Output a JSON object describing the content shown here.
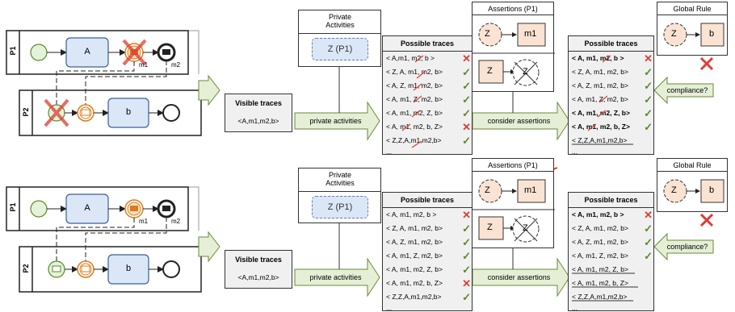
{
  "scenarios": [
    {
      "pools": {
        "p1": "P1",
        "p2": "P2"
      },
      "tasks": {
        "a": "A",
        "b": "b"
      },
      "messages": {
        "m1": "m1",
        "m2": "m2"
      },
      "visible": {
        "title": "Visible traces",
        "trace": "<A,m1,m2,b>"
      },
      "private_activities": {
        "title": "Private Activities",
        "item": "Z (P1)"
      },
      "arrow_private": "private activities",
      "possible": {
        "title": "Possible traces",
        "ellipsis": "...",
        "traces": [
          "< A,m1, m2, b >",
          "< Z, A, m1, m2, b>",
          "< A, Z, m1, m2, b>",
          "< A, m1, Z, m2, b>",
          "< A, m1, m2, Z, b>",
          "< A, m1, m2, b, Z>",
          "< Z,Z,A,m1,m2,b>"
        ],
        "marks": [
          "cross",
          "check",
          "check",
          "check",
          "check",
          "cross",
          "check"
        ]
      },
      "assertions": {
        "title": "Assertions (P1)",
        "left": "Z",
        "right": "m1",
        "z2": "Z"
      },
      "arrow_assert": "consider assertions",
      "result": {
        "title": "Possible traces",
        "ellipsis": "...",
        "traces": [
          "< A, m1, m2, b >",
          "< Z, A, m1, m2, b>",
          "< A, Z, m1, m2, b>",
          "< A, m1, Z, m2, b>",
          "< A, m1, m2, Z, b>",
          "< A, m1, m2, b, Z>",
          "< Z,Z,A,m1,m2,b>"
        ],
        "marks": [
          "cross",
          "check",
          "check",
          "check",
          "check",
          "check",
          ""
        ],
        "bold": [
          true,
          false,
          false,
          false,
          true,
          true,
          false
        ]
      },
      "global_rule": {
        "title": "Global Rule",
        "left": "Z",
        "right": "b"
      },
      "compliance": "compliance?"
    },
    {
      "pools": {
        "p1": "P1",
        "p2": "P2"
      },
      "tasks": {
        "a": "A",
        "b": "b"
      },
      "messages": {
        "m1": "m1",
        "m2": "m2"
      },
      "visible": {
        "title": "Visible traces",
        "trace": "<A,m1,m2,b>"
      },
      "private_activities": {
        "title": "Private Activities",
        "item": "Z (P1)"
      },
      "arrow_private": "private activities",
      "possible": {
        "title": "Possible traces",
        "ellipsis": "...",
        "traces": [
          "< A, m1, m2, b >",
          "< Z, A, m1, m2, b>",
          "< A, Z, m1, m2, b>",
          "< A, m1, Z, m2, b>",
          "< A, m1, m2, Z, b>",
          "< A, m1, m2, b, Z>",
          "< Z,Z,A,m1,m2,b>"
        ],
        "marks": [
          "cross",
          "check",
          "check",
          "check",
          "check",
          "cross",
          "check"
        ]
      },
      "assertions": {
        "title": "Assertions (P1)",
        "left": "Z",
        "right": "m1",
        "z2": "Z"
      },
      "arrow_assert": "consider assertions",
      "result": {
        "title": "Possible traces",
        "ellipsis": "...",
        "traces": [
          "< A, m1, m2, b >",
          "< Z, A, m1, m2, b>",
          "< A, Z, m1, m2, b>",
          "< A, m1, Z, m2, b>",
          "< A, m1, m2, Z, b>",
          "< A, m1, m2, b, Z>",
          "< Z,Z,A,m1,m2,b>"
        ],
        "marks": [
          "cross",
          "check",
          "check",
          "check",
          "",
          "",
          ""
        ],
        "bold": [
          true,
          false,
          false,
          false,
          false,
          false,
          false
        ]
      },
      "global_rule": {
        "title": "Global Rule",
        "left": "Z",
        "right": "b"
      },
      "compliance": "compliance?"
    }
  ],
  "colors": {
    "task_fill": "#dbe7f7",
    "task_stroke": "#3a5f9a",
    "start_fill": "#e3f2d8",
    "start_stroke": "#5a8a2a",
    "msg_orange": "#e07b1a",
    "assert_fill": "#fbe3d3",
    "red": "#e03c31",
    "green": "#5a8a2a",
    "arrow_fill": "#e5efd6",
    "arrow_stroke": "#6a8a3a"
  }
}
